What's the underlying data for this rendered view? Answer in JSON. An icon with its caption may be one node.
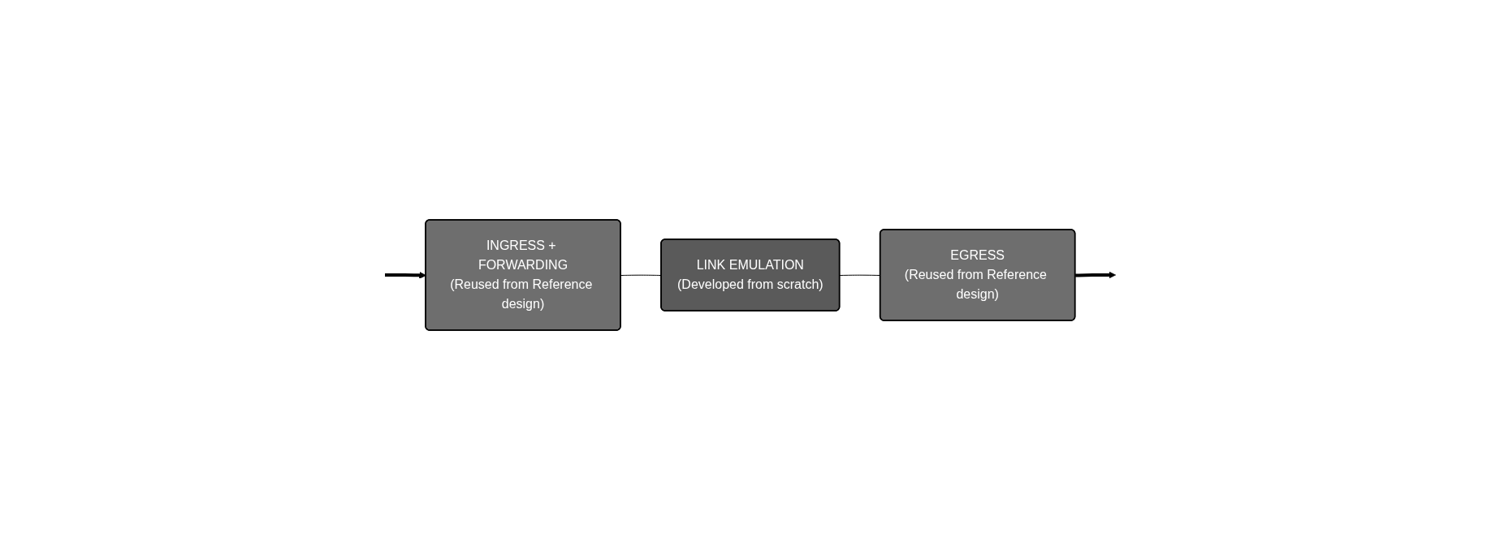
{
  "diagram": {
    "nodes": [
      {
        "text": [
          "INGRESS + FORWARDING",
          "(Reused from Reference design)"
        ]
      },
      {
        "text": [
          "LINK EMULATION",
          "(Developed from scratch)"
        ]
      },
      {
        "text": [
          "EGRESS",
          "(Reused from Reference design)"
        ]
      }
    ],
    "edges": [
      {
        "from": null,
        "to": 0,
        "arrow": "to",
        "style": "thick"
      },
      {
        "from": 0,
        "to": 1,
        "arrow": "none"
      },
      {
        "from": 1,
        "to": 2,
        "arrow": "none"
      },
      {
        "from": 2,
        "to": null,
        "arrow": "to",
        "style": "thick"
      }
    ]
  }
}
